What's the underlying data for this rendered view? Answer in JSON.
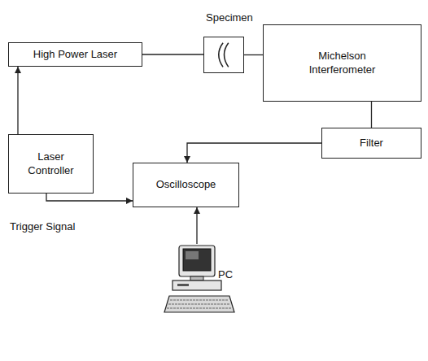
{
  "diagram": {
    "nodes": [
      {
        "text": [
          "High Power Laser"
        ]
      },
      {
        "text": [
          "Specimen"
        ]
      },
      {
        "text": [
          "Michelson Interferometer"
        ]
      },
      {
        "text": [
          "Filter"
        ]
      },
      {
        "text": [
          "Laser Controller"
        ]
      },
      {
        "text": [
          "Oscilloscope"
        ]
      },
      {
        "text": [
          "PC"
        ]
      }
    ],
    "edges": [
      {
        "from": 4,
        "to": 0,
        "arrow": "to"
      },
      {
        "from": 4,
        "to": 5,
        "label": "Trigger Signal",
        "arrow": "to"
      },
      {
        "from": 0,
        "to": 1,
        "arrow": "none"
      },
      {
        "from": 1,
        "to": 2,
        "arrow": "none"
      },
      {
        "from": 2,
        "to": 3,
        "arrow": "none"
      },
      {
        "from": 3,
        "to": 5,
        "arrow": "to"
      },
      {
        "from": 6,
        "to": 5,
        "arrow": "to"
      }
    ]
  }
}
